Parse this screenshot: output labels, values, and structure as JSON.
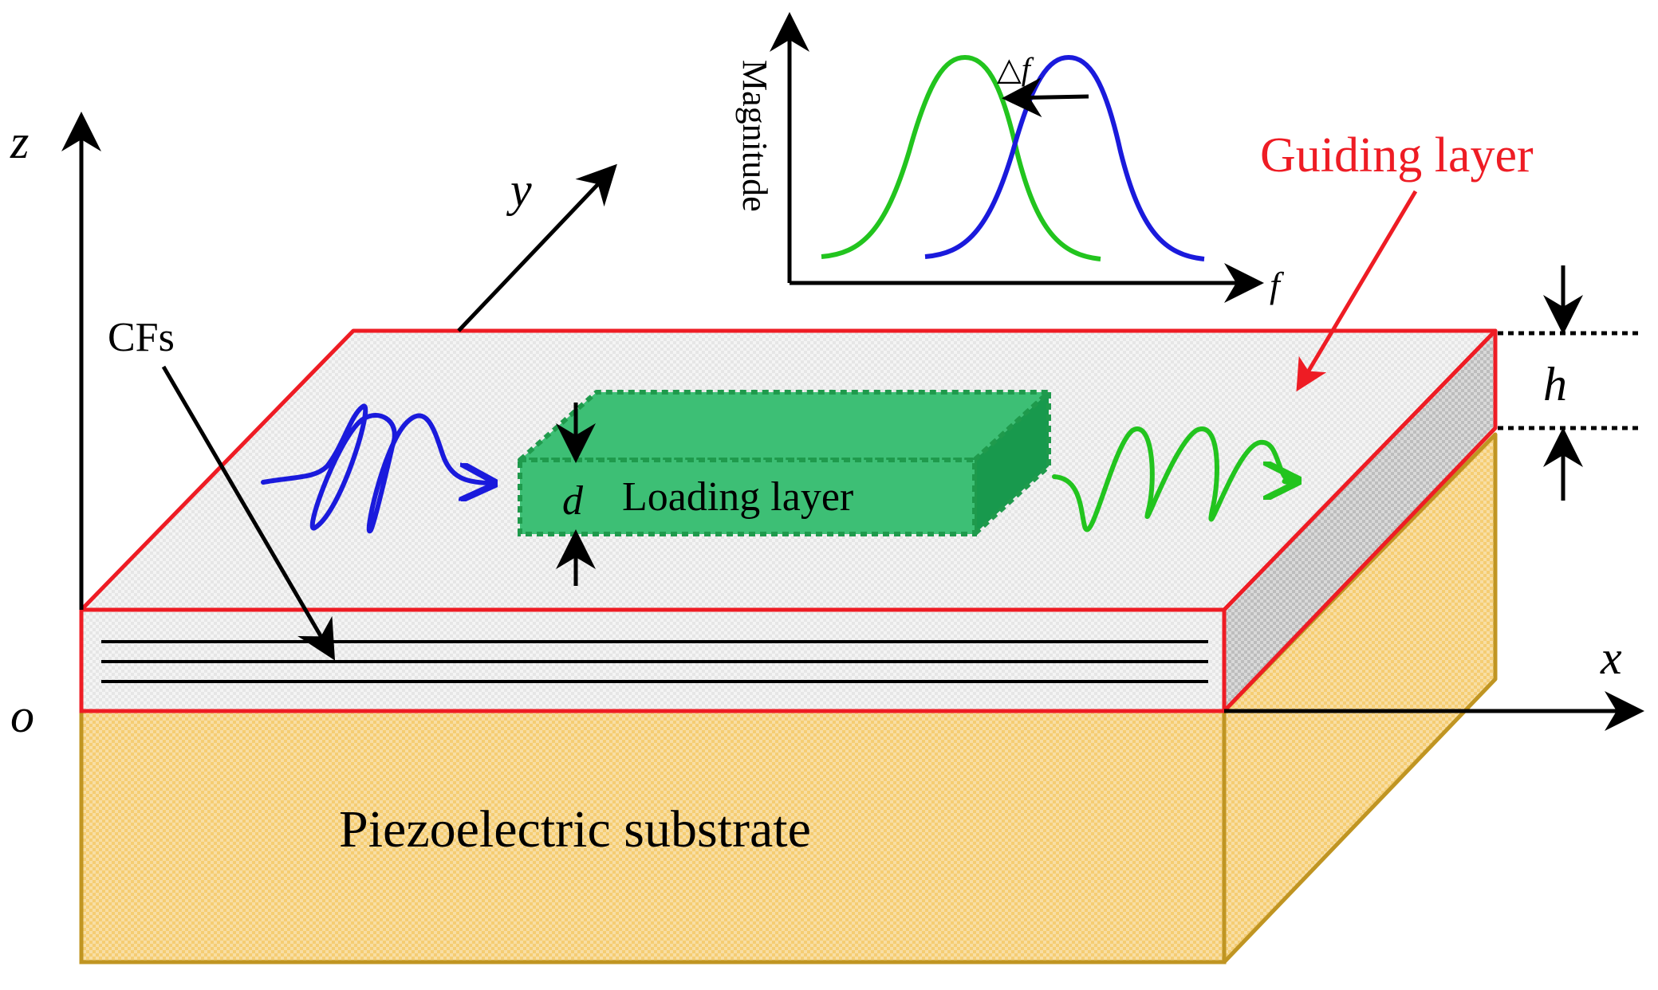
{
  "labels": {
    "axis_z": "z",
    "axis_y": "y",
    "axis_x": "x",
    "origin": "o",
    "cfs": "CFs",
    "guiding_layer": "Guiding layer",
    "loading_layer": "Loading layer",
    "substrate": "Piezoelectric substrate",
    "thickness_d": "d",
    "thickness_h": "h"
  },
  "inset": {
    "ylabel": "Magnitude",
    "xlabel": "f",
    "shift_label": "△f"
  },
  "colors": {
    "guiding_outline": "#ee1c24",
    "guiding_label": "#ee1c24",
    "substrate_fill": "#f5cd73",
    "substrate_outline": "#c09522",
    "loading_fill": "#3dbf75",
    "wave_in": "#1a1adc",
    "wave_out": "#22c41e",
    "curve_green": "#22c41e",
    "curve_blue": "#1a1adc"
  }
}
